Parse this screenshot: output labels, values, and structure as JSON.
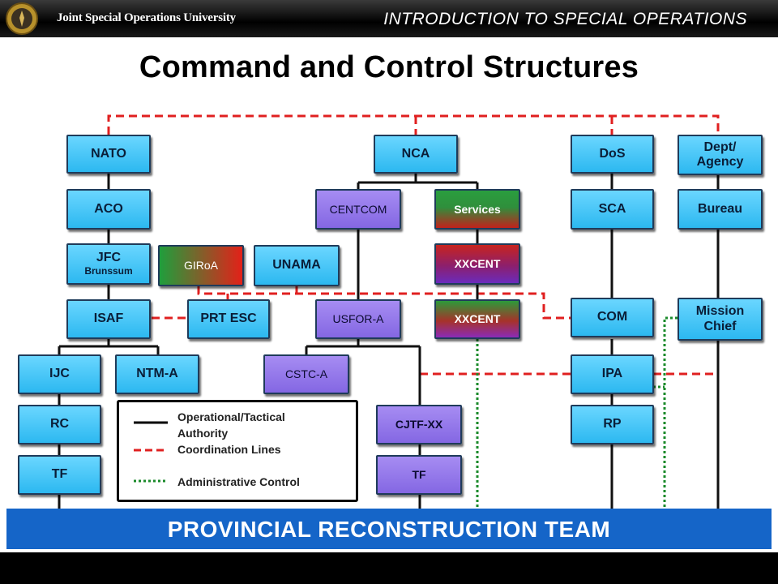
{
  "header": {
    "university": "Joint Special Operations University",
    "course": "INTRODUCTION TO SPECIAL OPERATIONS"
  },
  "title": "Command and Control Structures",
  "nodes": {
    "nato": "NATO",
    "aco": "ACO",
    "jfc": "JFC",
    "jfc_sub": "Brunssum",
    "isaf": "ISAF",
    "ijc": "IJC",
    "ntma": "NTM-A",
    "rc": "RC",
    "tf_left": "TF",
    "giroa": "GIRoA",
    "unama": "UNAMA",
    "prt_esc": "PRT ESC",
    "nca": "NCA",
    "centcom": "CENTCOM",
    "services": "Services",
    "xxcent_1": "XXCENT",
    "xxcent_2": "XXCENT",
    "usfor_a": "USFOR-A",
    "cstc_a": "CSTC-A",
    "cjtf_xx": "CJTF-XX",
    "tf_mid": "TF",
    "dos": "DoS",
    "sca": "SCA",
    "com": "COM",
    "ipa": "IPA",
    "rp": "RP",
    "dept": "Dept/",
    "dept_2": "Agency",
    "bureau": "Bureau",
    "mission": "Mission",
    "mission_2": "Chief"
  },
  "legend": {
    "operational_1": "Operational/Tactical",
    "operational_2": "Authority",
    "coordination": "Coordination  Lines",
    "administrative": "Administrative  Control"
  },
  "banner": "PROVINCIAL  RECONSTRUCTION  TEAM",
  "colors": {
    "cyan": "#2cb8f0",
    "purple": "#8467e3",
    "coordination_line": "#e02020",
    "admin_line": "#1a8a2a",
    "banner": "#1565c8"
  }
}
